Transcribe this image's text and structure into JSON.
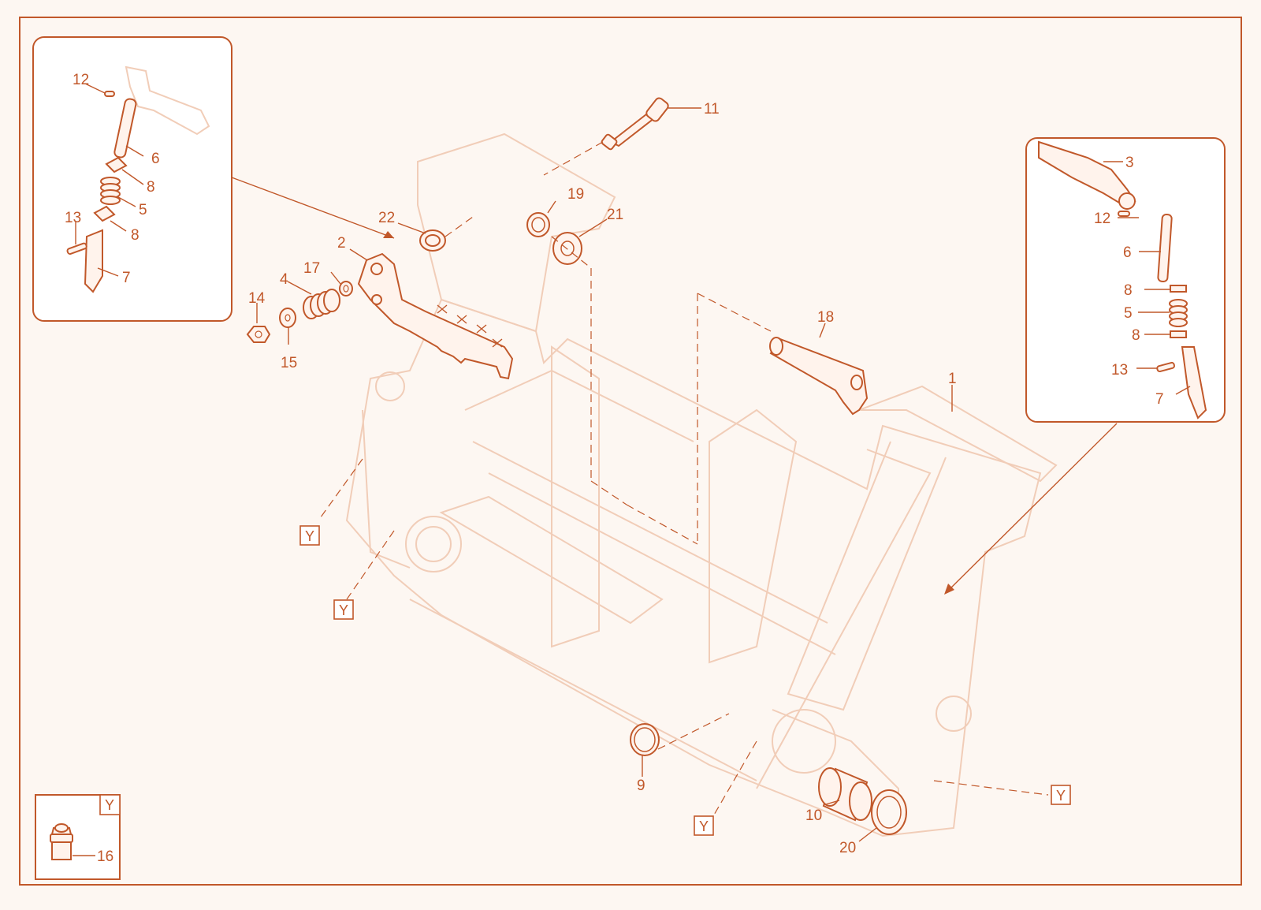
{
  "colors": {
    "accent": "#c1582a",
    "ghost": "#f1cdb8",
    "background": "#fdf7f2"
  },
  "callouts": {
    "c1": "1",
    "c2": "2",
    "c3": "3",
    "c4": "4",
    "c5": "5",
    "c6": "6",
    "c7": "7",
    "c8": "8",
    "c9": "9",
    "c10": "10",
    "c11": "11",
    "c12": "12",
    "c13": "13",
    "c14": "14",
    "c15": "15",
    "c16": "16",
    "c17": "17",
    "c18": "18",
    "c19": "19",
    "c20": "20",
    "c21": "21",
    "c22": "22"
  },
  "reference_marker": "Y"
}
